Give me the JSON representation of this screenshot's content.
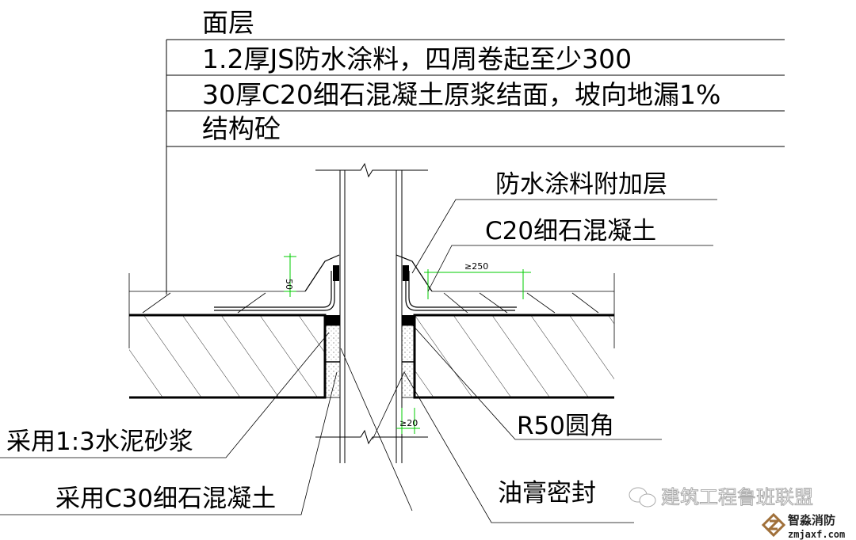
{
  "layers": {
    "l1": "面层",
    "l2": "1.2厚JS防水涂料，四周卷起至少300",
    "l3": "30厚C20细石混凝土原浆结面，坡向地漏1%",
    "l4": "结构砼"
  },
  "callouts": {
    "additional_layer": "防水涂料附加层",
    "c20": "C20细石混凝土",
    "r50": "R50圆角",
    "sealant": "油膏密封",
    "mortar": "采用1:3水泥砂浆",
    "c30": "采用C30细石混凝土"
  },
  "dimensions": {
    "d50": "50",
    "d250": "≥250",
    "d20": "≥20"
  },
  "watermark": {
    "main": "建筑工程鲁班联盟",
    "logo_name": "智淼消防",
    "logo_url": "zmjaxf.com"
  },
  "colors": {
    "dimension": "#00cc00",
    "line": "#000000"
  }
}
